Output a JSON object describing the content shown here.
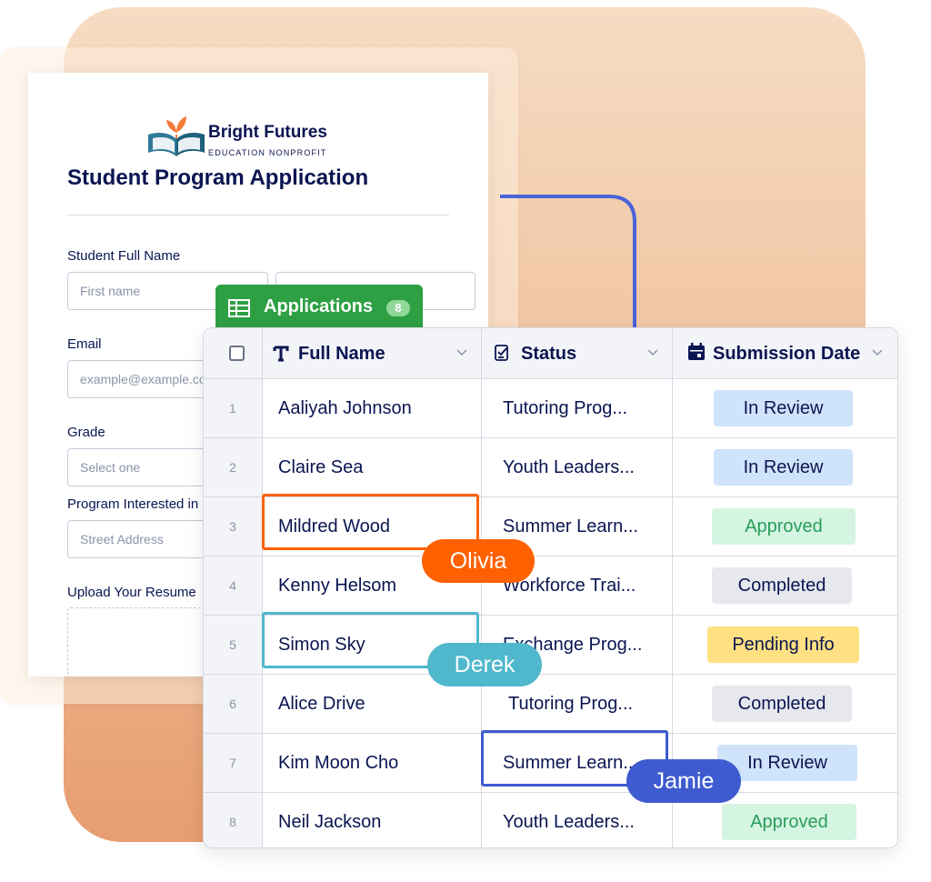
{
  "form": {
    "org_name": "Bright Futures",
    "org_tagline": "EDUCATION NONPROFIT",
    "title": "Student Program Application",
    "fields": [
      {
        "label": "Student Full Name",
        "placeholder": "First name"
      },
      {
        "label": "Email",
        "placeholder": "example@example.com"
      },
      {
        "label": "Grade",
        "placeholder": "Select one"
      },
      {
        "label": "Program Interested in",
        "placeholder": "Street Address"
      },
      {
        "label": "Upload Your Resume"
      }
    ]
  },
  "table": {
    "tab_label": "Applications",
    "tab_count": "8",
    "columns": [
      {
        "label": "Full Name",
        "icon": "text-type-icon"
      },
      {
        "label": "Status",
        "icon": "status-icon"
      },
      {
        "label": "Submission Date",
        "icon": "calendar-icon"
      }
    ],
    "rows": [
      {
        "num": "1",
        "name": "Aaliyah Johnson",
        "status": "Tutoring Prog...",
        "badge": "In Review"
      },
      {
        "num": "2",
        "name": "Claire Sea",
        "status": "Youth Leaders...",
        "badge": "In Review"
      },
      {
        "num": "3",
        "name": "Mildred Wood",
        "status": "Summer Learn...",
        "badge": "Approved"
      },
      {
        "num": "4",
        "name": "Kenny Helsom",
        "status": "Workforce Trai...",
        "badge": "Completed"
      },
      {
        "num": "5",
        "name": "Simon Sky",
        "status": "Exchange Prog...",
        "badge": "Pending Info"
      },
      {
        "num": "6",
        "name": "Alice Drive",
        "status": "Tutoring Prog...",
        "badge": "Completed"
      },
      {
        "num": "7",
        "name": "Kim Moon Cho",
        "status": "Summer Learn...",
        "badge": "In Review"
      },
      {
        "num": "8",
        "name": "Neil Jackson",
        "status": "Youth Leaders...",
        "badge": "Approved"
      }
    ]
  },
  "collaborators": [
    {
      "name": "Olivia",
      "color": "#ff6100"
    },
    {
      "name": "Derek",
      "color": "#4fb8cc"
    },
    {
      "name": "Jamie",
      "color": "#3f5bd0"
    }
  ],
  "colors": {
    "accent_green": "#2ea043",
    "connector": "#4a63d8",
    "in_review": "#cfe3fa",
    "approved": "#d4f5e2",
    "completed": "#e6e8ee",
    "pending_info": "#ffe082"
  }
}
